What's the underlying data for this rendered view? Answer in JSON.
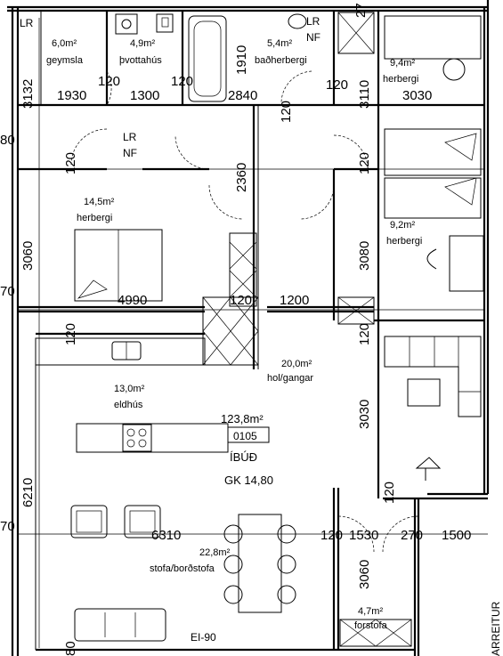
{
  "rooms": {
    "geymsla": {
      "area": "6,0m²",
      "name": "geymsla"
    },
    "thvottahus": {
      "area": "4,9m²",
      "name": "þvottahús"
    },
    "badherbergi": {
      "area": "5,4m²",
      "name": "baðherbergi"
    },
    "herbergi_ne": {
      "area": "9,4m²",
      "name": "herbergi"
    },
    "herbergi_w": {
      "area": "14,5m²",
      "name": "herbergi"
    },
    "herbergi_e": {
      "area": "9,2m²",
      "name": "herbergi"
    },
    "hol": {
      "area": "20,0m²",
      "name": "hol/gangar"
    },
    "eldhus": {
      "area": "13,0m²",
      "name": "eldhús"
    },
    "stofa": {
      "area": "22,8m²",
      "name": "stofa/borðstofa"
    },
    "forstofa": {
      "area": "4,7m²",
      "name": "forstofa"
    }
  },
  "apartment": {
    "total_area": "123,8m²",
    "number": "0105",
    "type": "ÍBÚÐ",
    "gk": "GK 14,80"
  },
  "marks": {
    "lr": "LR",
    "lr_nf_1": "LR",
    "lr_nf_2": "NF",
    "ei": "EI-90",
    "edge": "ARREITUR"
  },
  "dimensions": {
    "d3132": "3132",
    "d1930": "1930",
    "d120a": "120",
    "d1300": "1300",
    "d120b": "120",
    "d1910": "1910",
    "d2840": "2840",
    "d120c": "120",
    "d120d": "120",
    "d3110": "3110",
    "d3030": "3030",
    "d27": "27",
    "d80a": "80",
    "d120e": "120",
    "d2360": "2360",
    "d120f": "120",
    "d3060a": "3060",
    "d3080": "3080",
    "d70a": "70",
    "d4990": "4990",
    "d120g": "120",
    "d1200": "1200",
    "d120h": "120",
    "d120i": "120",
    "d3030b": "3030",
    "d120j": "120",
    "d6210": "6210",
    "d70b": "70",
    "d6310": "6310",
    "d120k": "120",
    "d1530": "1530",
    "d270": "270",
    "d1500": "1500",
    "d3060b": "3060",
    "d80b": "80"
  }
}
